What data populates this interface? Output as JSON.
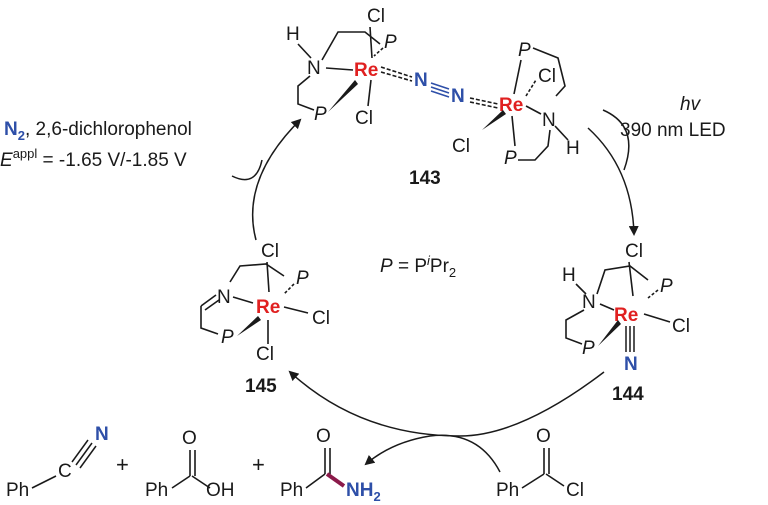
{
  "colors": {
    "rhenium": "#e02020",
    "nitrogen_blue": "#2e4fa8",
    "amide_bond": "#8b1a4a",
    "ink": "#1a1a1a"
  },
  "labels": {
    "atom_re": "Re",
    "atom_cl": "Cl",
    "atom_n": "N",
    "atom_h": "H",
    "atom_p": "P",
    "atom_o": "O",
    "group_ph": "Ph",
    "group_oh": "OH",
    "group_nh": "NH",
    "subscript_2": "2",
    "compound_143": "143",
    "compound_144": "144",
    "compound_145": "145",
    "legend_p_left": "P",
    "legend_equals": " = P",
    "legend_i": "i",
    "legend_pr": "Pr",
    "conditions_n2": "N",
    "conditions_n2_sub": "2",
    "conditions_reagent": ", 2,6-dichlorophenol",
    "conditions_e": "E",
    "conditions_e_sup": "appl",
    "conditions_potential": " = -1.65 V/-1.85 V",
    "light_hv": "hv",
    "light_source": "390 nm LED",
    "plus": "+"
  }
}
